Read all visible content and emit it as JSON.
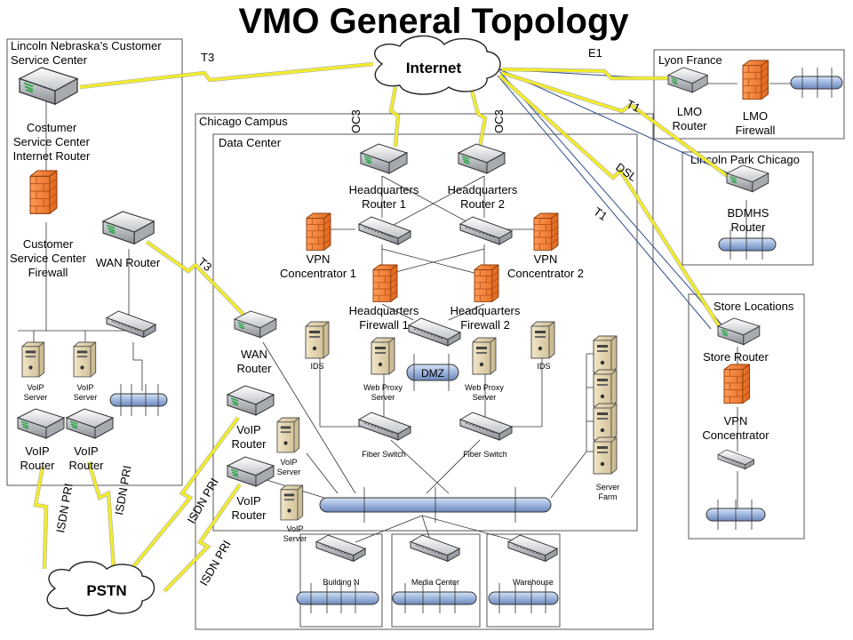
{
  "title": "VMO General Topology",
  "clouds": {
    "internet": "Internet",
    "pstn": "PSTN"
  },
  "regions": {
    "lincoln": "Lincoln Nebraska’s Customer\nService Center",
    "chicago": "Chicago Campus",
    "datacenter": "Data Center",
    "lyon": "Lyon France",
    "lincolnpark": "Lincoln Park Chicago",
    "stores": "Store Locations"
  },
  "links": {
    "t3_top": "T3",
    "t3_mid": "T3",
    "e1": "E1",
    "t1_a": "T1",
    "t1_b": "T1",
    "dsl": "DSL",
    "oc3_a": "OC3",
    "oc3_b": "OC3",
    "isdn1": "ISDN PRI",
    "isdn2": "ISDN PRI",
    "isdn3": "ISDN PRI",
    "isdn4": "ISDN PRI"
  },
  "labels": {
    "cs_router": "Costumer\nService Center\nInternet Router",
    "cs_firewall": "Customer\nService Center\nFirewall",
    "wan_router_l": "WAN Router",
    "voip_server_l1": "VoIP\nServer",
    "voip_server_l2": "VoIP\nServer",
    "voip_router_l1": "VoIP\nRouter",
    "voip_router_l2": "VoIP\nRouter",
    "hq_router1": "Headquarters\nRouter 1",
    "hq_router2": "Headquarters\nRouter 2",
    "vpn1": "VPN\nConcentrator 1",
    "vpn2": "VPN\nConcentrator 2",
    "hq_fw1": "Headquarters\nFirewall 1",
    "hq_fw2": "Headquarters\nFirewall 2",
    "ids1": "IDS",
    "ids2": "IDS",
    "dmz": "DMZ",
    "webproxy1": "Web Proxy\nServer",
    "webproxy2": "Web Proxy\nServer",
    "wan_router_c": "WAN\nRouter",
    "voip_router_c1": "VoIP\nRouter",
    "voip_router_c2": "VoIP\nRouter",
    "voip_server_c1": "VoIP\nServer",
    "voip_server_c2": "VoIP\nServer",
    "fiber1": "Fiber Switch",
    "fiber2": "Fiber Switch",
    "server_farm": "Server\nFarm",
    "building_n": "Building N",
    "media_center": "Media Center",
    "warehouse": "Warehouse",
    "lmo_router": "LMO\nRouter",
    "lmo_firewall": "LMO\nFirewall",
    "bdmhs_router": "BDMHS\nRouter",
    "store_router": "Store Router",
    "store_vpn": "VPN\nConcentrator"
  }
}
